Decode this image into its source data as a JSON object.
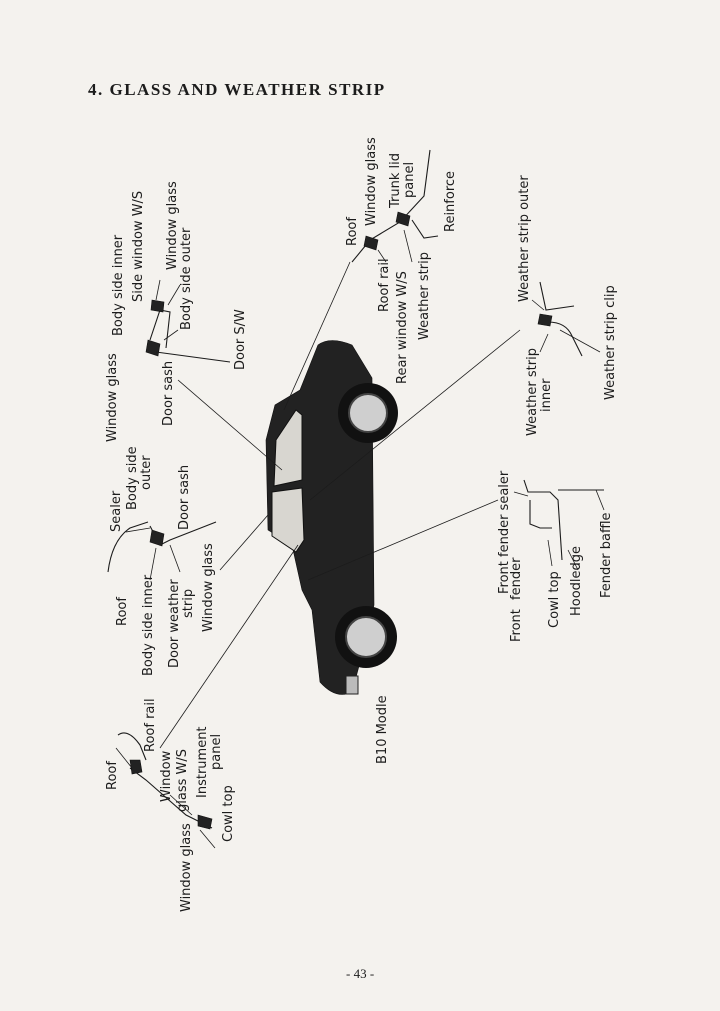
{
  "page": {
    "title": "4. GLASS AND WEATHER STRIP",
    "page_number": "- 43 -"
  },
  "model": "B10 Modle",
  "callouts": {
    "roof_windshield": {
      "roof": "Roof",
      "roof_rail": "Roof rail",
      "window_glass_ws_1": "Window",
      "window_glass_ws_2": "glass W/S",
      "instrument_panel_1": "Instrument",
      "instrument_panel_2": "panel",
      "cowl_top": "Cowl top",
      "window_glass": "Window glass"
    },
    "front_door": {
      "roof": "Roof",
      "sealer": "Sealer",
      "body_side_outer_1": "Body side",
      "body_side_outer_2": "outer",
      "door_sash": "Door sash",
      "body_side_inner": "Body side inner",
      "door_weather_strip_1": "Door weather",
      "door_weather_strip_2": "strip",
      "window_glass": "Window glass"
    },
    "rear_side": {
      "window_glass": "Window glass",
      "door_sash": "Door sash",
      "body_side_inner": "Body side inner",
      "side_window_ws": "Side window W/S",
      "window_glass_2": "Window glass",
      "body_side_outer": "Body side outer",
      "door_sw": "Door S/W"
    },
    "rear_window": {
      "roof": "Roof",
      "window_glass": "Window glass",
      "trunk_lid_panel_1": "Trunk lid",
      "trunk_lid_panel_2": "panel",
      "reinforce": "Reinforce",
      "roof_rail": "Roof rail",
      "rear_window_ws": "Rear window W/S",
      "weather_strip": "Weather strip"
    },
    "weather_strip_detail": {
      "outer": "Weather strip outer",
      "clip": "Weather strip clip",
      "inner_1": "Weather strip",
      "inner_2": "inner"
    },
    "front_fender": {
      "front_fender_sealer": "Front fender sealer",
      "front_fender_1": "Front",
      "front_fender_2": "fender",
      "cowl_top": "Cowl top",
      "hoodledge": "Hoodledge",
      "fender_baffle": "Fender baffle"
    }
  }
}
